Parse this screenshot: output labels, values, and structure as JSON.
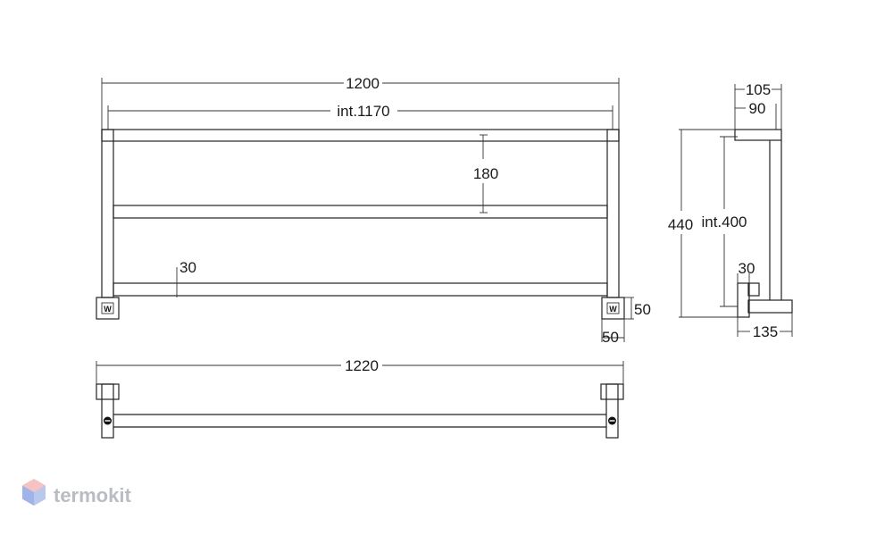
{
  "dimensions": {
    "front_width": "1200",
    "front_int_width": "int.1170",
    "shelf_spacing": "180",
    "bar_gap": "30",
    "bracket_height": "50",
    "bracket_width": "50",
    "bottom_width": "1220",
    "side_depth_outer": "105",
    "side_depth_inner": "90",
    "side_height": "440",
    "side_int_height": "int.400",
    "side_bar_gap": "30",
    "side_base_depth": "135"
  },
  "mount_mark": "W",
  "screw_mark": "⊖",
  "brand": {
    "name": "termokit",
    "color": "#b9bcc2",
    "icon": "hexagon-cube-icon"
  }
}
